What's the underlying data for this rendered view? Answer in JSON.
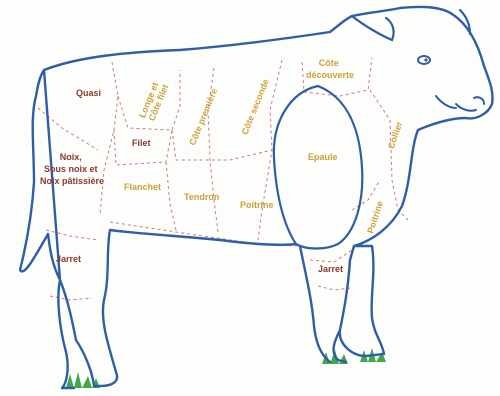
{
  "colors": {
    "outline": "#2f5ea6",
    "cut_lines": "#c97b8a",
    "label_dark": "#8a3a2c",
    "label_gold": "#c9a23a",
    "grass": "#3fa84a",
    "background": "#fdfdfb"
  },
  "cuts": {
    "quasi": "Quasi",
    "longe": [
      "Longe et",
      "Côte filet"
    ],
    "cote_premiere": "Côte première",
    "cote_seconde": "Côte seconde",
    "cote_decouverte": [
      "Côte",
      "découverte"
    ],
    "filet": "Filet",
    "noix": [
      "Noix,",
      "Sous noix et",
      "Noix pâtissière"
    ],
    "flanchet": "Flanchet",
    "tendron": "Tendron",
    "poitrine_belly": "Poitrine",
    "epaule": "Epaule",
    "collier": "Collier",
    "poitrine_front": "Poitrine",
    "jarret_rear": "Jarret",
    "jarret_front": "Jarret"
  }
}
